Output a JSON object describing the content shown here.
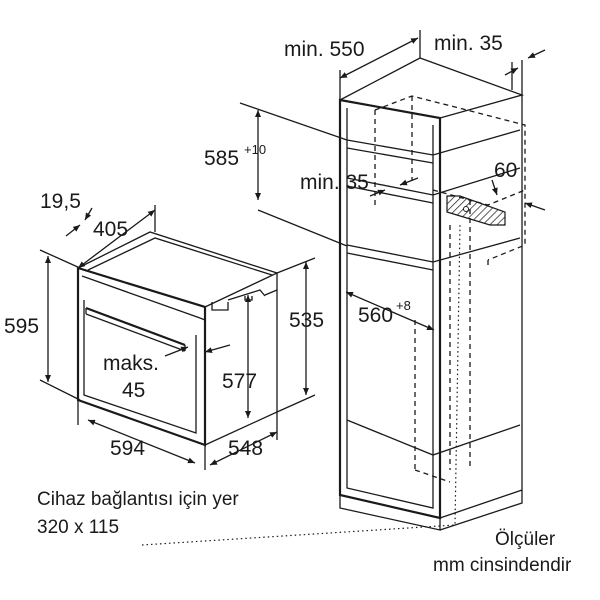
{
  "labels": {
    "min_550": "min. 550",
    "min_35_top": "min. 35",
    "dim_585": "585",
    "dim_585_sup": "+10",
    "min_35_mid": "min. 35",
    "dim_60": "60",
    "dim_19_5": "19,5",
    "dim_405": "405",
    "dim_595": "595",
    "dim_535": "535",
    "dim_560": "560",
    "dim_560_sup": "+8",
    "maks": "maks.",
    "dim_45": "45",
    "dim_577": "577",
    "dim_594": "594",
    "dim_548": "548",
    "connection_line1": "Cihaz bağlantısı için yer",
    "connection_line2": "320 x 115",
    "units_line1": "Ölçüler",
    "units_line2": "mm cinsindendir"
  }
}
